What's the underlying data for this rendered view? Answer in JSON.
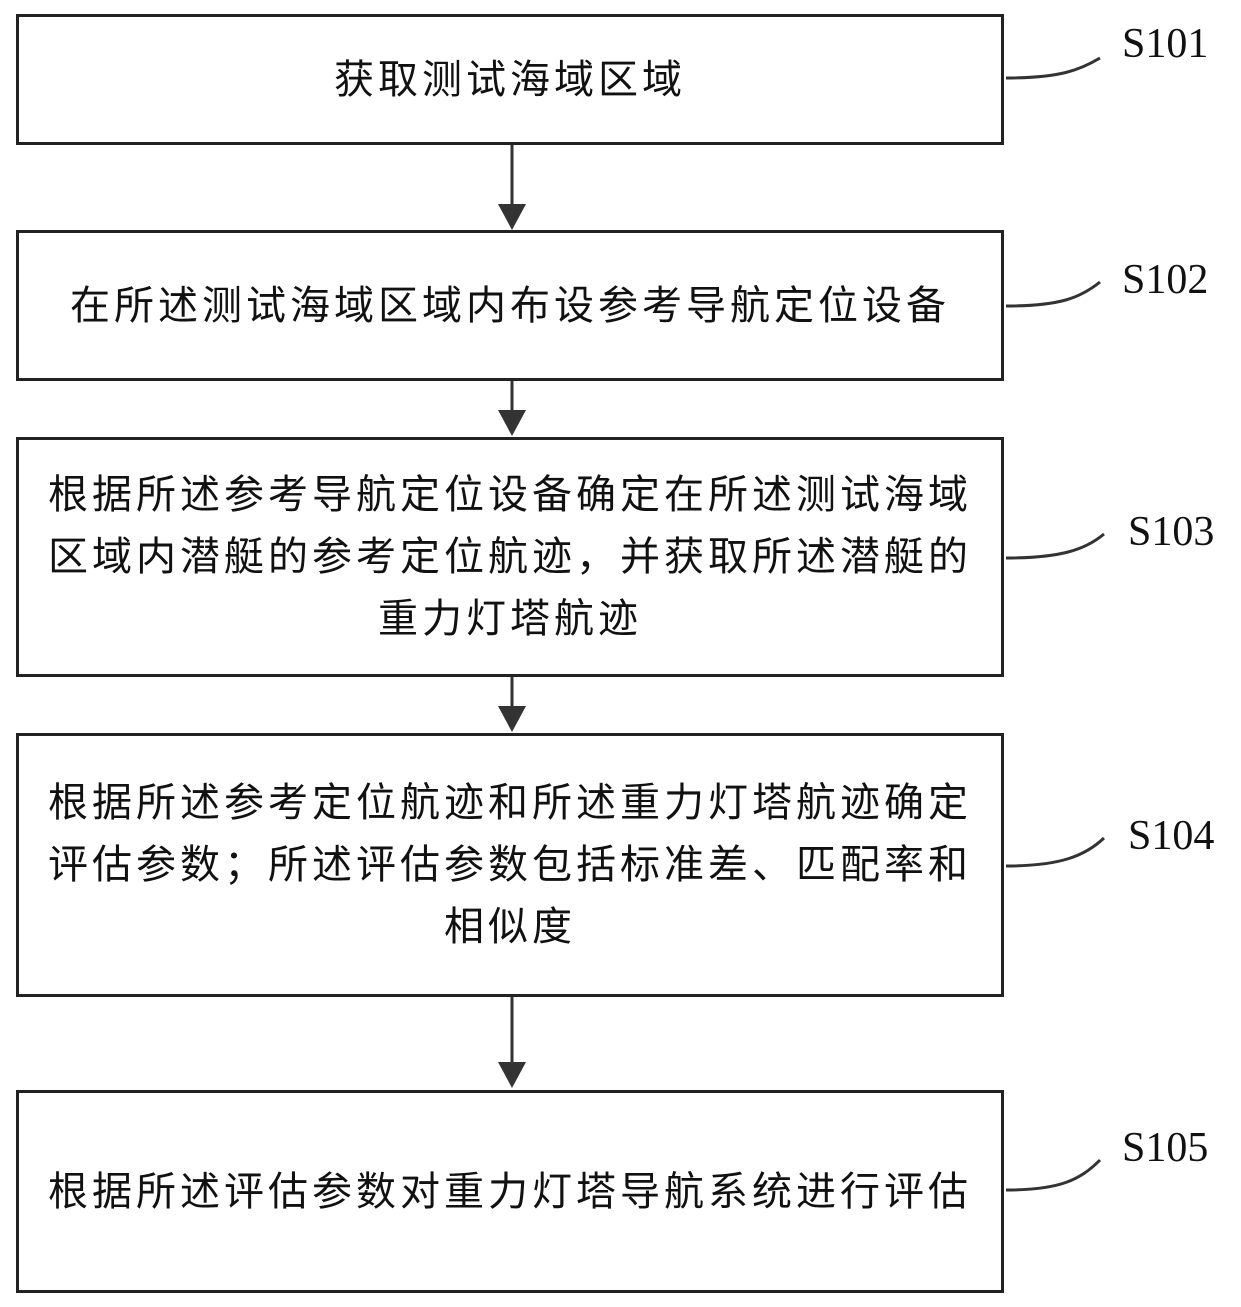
{
  "flowchart": {
    "steps": [
      {
        "id": "S101",
        "label": "S101",
        "text": "获取测试海域区域"
      },
      {
        "id": "S102",
        "label": "S102",
        "text": "在所述测试海域区域内布设参考导航定位设备"
      },
      {
        "id": "S103",
        "label": "S103",
        "text": "根据所述参考导航定位设备确定在所述测试海域区域内潜艇的参考定位航迹，并获取所述潜艇的重力灯塔航迹"
      },
      {
        "id": "S104",
        "label": "S104",
        "text": "根据所述参考定位航迹和所述重力灯塔航迹确定评估参数；所述评估参数包括标准差、匹配率和相似度"
      },
      {
        "id": "S105",
        "label": "S105",
        "text": "根据所述评估参数对重力灯塔导航系统进行评估"
      }
    ]
  }
}
